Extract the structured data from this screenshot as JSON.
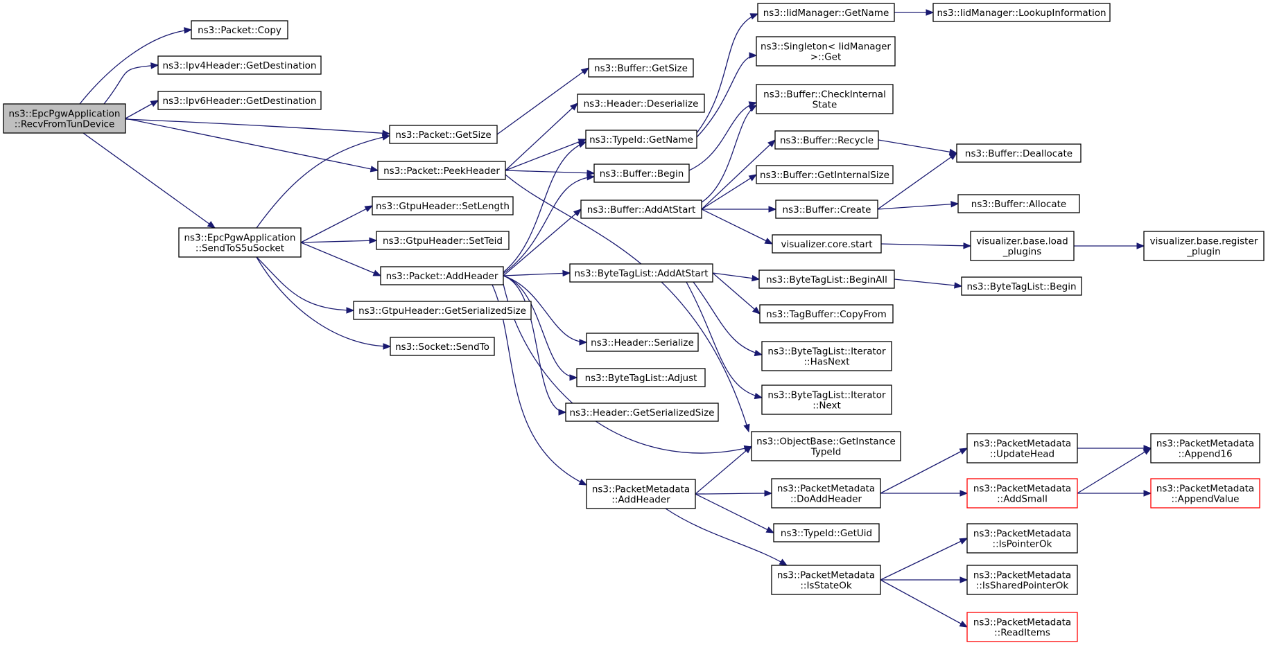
{
  "colors": {
    "edge": "#191970",
    "node_border": "#000000",
    "node_fill": "#ffffff",
    "root_fill": "#bfbfbf",
    "incomplete_border": "#ff0000"
  },
  "nodes": [
    {
      "id": "recv",
      "lines": [
        "ns3::EpcPgwApplication",
        "::RecvFromTunDevice"
      ],
      "style": "root"
    },
    {
      "id": "copy",
      "lines": [
        "ns3::Packet::Copy"
      ]
    },
    {
      "id": "ipv4dst",
      "lines": [
        "ns3::Ipv4Header::GetDestination"
      ]
    },
    {
      "id": "ipv6dst",
      "lines": [
        "ns3::Ipv6Header::GetDestination"
      ]
    },
    {
      "id": "pktsize",
      "lines": [
        "ns3::Packet::GetSize"
      ]
    },
    {
      "id": "peek",
      "lines": [
        "ns3::Packet::PeekHeader"
      ]
    },
    {
      "id": "sends5u",
      "lines": [
        "ns3::EpcPgwApplication",
        "::SendToS5uSocket"
      ]
    },
    {
      "id": "setlen",
      "lines": [
        "ns3::GtpuHeader::SetLength"
      ]
    },
    {
      "id": "setteid",
      "lines": [
        "ns3::GtpuHeader::SetTeid"
      ]
    },
    {
      "id": "addhdr",
      "lines": [
        "ns3::Packet::AddHeader"
      ]
    },
    {
      "id": "gtpuser",
      "lines": [
        "ns3::GtpuHeader::GetSerializedSize"
      ]
    },
    {
      "id": "sendto",
      "lines": [
        "ns3::Socket::SendTo"
      ]
    },
    {
      "id": "bufsize",
      "lines": [
        "ns3::Buffer::GetSize"
      ]
    },
    {
      "id": "hdrdeser",
      "lines": [
        "ns3::Header::Deserialize"
      ]
    },
    {
      "id": "tidname",
      "lines": [
        "ns3::TypeId::GetName"
      ]
    },
    {
      "id": "bufbegin",
      "lines": [
        "ns3::Buffer::Begin"
      ]
    },
    {
      "id": "bufaddstart",
      "lines": [
        "ns3::Buffer::AddAtStart"
      ]
    },
    {
      "id": "btladdstart",
      "lines": [
        "ns3::ByteTagList::AddAtStart"
      ]
    },
    {
      "id": "hdrser",
      "lines": [
        "ns3::Header::Serialize"
      ]
    },
    {
      "id": "btladjust",
      "lines": [
        "ns3::ByteTagList::Adjust"
      ]
    },
    {
      "id": "hdrsersize",
      "lines": [
        "ns3::Header::GetSerializedSize"
      ]
    },
    {
      "id": "pmaddhdr",
      "lines": [
        "ns3::PacketMetadata",
        "::AddHeader"
      ]
    },
    {
      "id": "iidgetname",
      "lines": [
        "ns3::IidManager::GetName"
      ]
    },
    {
      "id": "singleton",
      "lines": [
        "ns3::Singleton< IidManager",
        ">::Get"
      ]
    },
    {
      "id": "bufcheck",
      "lines": [
        "ns3::Buffer::CheckInternal",
        "State"
      ]
    },
    {
      "id": "bufrecycle",
      "lines": [
        "ns3::Buffer::Recycle"
      ]
    },
    {
      "id": "bufgetint",
      "lines": [
        "ns3::Buffer::GetInternalSize"
      ]
    },
    {
      "id": "bufcreate",
      "lines": [
        "ns3::Buffer::Create"
      ]
    },
    {
      "id": "vizstart",
      "lines": [
        "visualizer.core.start"
      ]
    },
    {
      "id": "btlbeginall",
      "lines": [
        "ns3::ByteTagList::BeginAll"
      ]
    },
    {
      "id": "tbcopy",
      "lines": [
        "ns3::TagBuffer::CopyFrom"
      ]
    },
    {
      "id": "btlhasnext",
      "lines": [
        "ns3::ByteTagList::Iterator",
        "::HasNext"
      ]
    },
    {
      "id": "btlnext",
      "lines": [
        "ns3::ByteTagList::Iterator",
        "::Next"
      ]
    },
    {
      "id": "obgetinst",
      "lines": [
        "ns3::ObjectBase::GetInstance",
        "TypeId"
      ]
    },
    {
      "id": "pmdoadd",
      "lines": [
        "ns3::PacketMetadata",
        "::DoAddHeader"
      ]
    },
    {
      "id": "tidgetuid",
      "lines": [
        "ns3::TypeId::GetUid"
      ]
    },
    {
      "id": "pmisstate",
      "lines": [
        "ns3::PacketMetadata",
        "::IsStateOk"
      ]
    },
    {
      "id": "iidlookup",
      "lines": [
        "ns3::IidManager::LookupInformation"
      ]
    },
    {
      "id": "bufdealloc",
      "lines": [
        "ns3::Buffer::Deallocate"
      ]
    },
    {
      "id": "bufalloc",
      "lines": [
        "ns3::Buffer::Allocate"
      ]
    },
    {
      "id": "vizload",
      "lines": [
        "visualizer.base.load",
        "_plugins"
      ]
    },
    {
      "id": "btlbegin",
      "lines": [
        "ns3::ByteTagList::Begin"
      ]
    },
    {
      "id": "pmupdhead",
      "lines": [
        "ns3::PacketMetadata",
        "::UpdateHead"
      ]
    },
    {
      "id": "pmaddsmall",
      "lines": [
        "ns3::PacketMetadata",
        "::AddSmall"
      ],
      "style": "incomplete"
    },
    {
      "id": "pmisptr",
      "lines": [
        "ns3::PacketMetadata",
        "::IsPointerOk"
      ]
    },
    {
      "id": "pmisshared",
      "lines": [
        "ns3::PacketMetadata",
        "::IsSharedPointerOk"
      ]
    },
    {
      "id": "pmread",
      "lines": [
        "ns3::PacketMetadata",
        "::ReadItems"
      ],
      "style": "incomplete"
    },
    {
      "id": "vizreg",
      "lines": [
        "visualizer.base.register",
        "_plugin"
      ]
    },
    {
      "id": "pmappend16",
      "lines": [
        "ns3::PacketMetadata",
        "::Append16"
      ]
    },
    {
      "id": "pmappendval",
      "lines": [
        "ns3::PacketMetadata",
        "::AppendValue"
      ],
      "style": "incomplete"
    }
  ],
  "edges": [
    [
      "recv",
      "copy"
    ],
    [
      "recv",
      "ipv4dst"
    ],
    [
      "recv",
      "ipv6dst"
    ],
    [
      "recv",
      "pktsize"
    ],
    [
      "recv",
      "peek"
    ],
    [
      "recv",
      "sends5u"
    ],
    [
      "sends5u",
      "pktsize"
    ],
    [
      "sends5u",
      "setlen"
    ],
    [
      "sends5u",
      "setteid"
    ],
    [
      "sends5u",
      "addhdr"
    ],
    [
      "sends5u",
      "gtpuser"
    ],
    [
      "sends5u",
      "sendto"
    ],
    [
      "pktsize",
      "bufsize"
    ],
    [
      "peek",
      "hdrdeser"
    ],
    [
      "peek",
      "tidname"
    ],
    [
      "peek",
      "bufbegin"
    ],
    [
      "peek",
      "obgetinst"
    ],
    [
      "addhdr",
      "tidname"
    ],
    [
      "addhdr",
      "bufbegin"
    ],
    [
      "addhdr",
      "bufaddstart"
    ],
    [
      "addhdr",
      "btladdstart"
    ],
    [
      "addhdr",
      "hdrser"
    ],
    [
      "addhdr",
      "btladjust"
    ],
    [
      "addhdr",
      "hdrsersize"
    ],
    [
      "addhdr",
      "obgetinst"
    ],
    [
      "addhdr",
      "pmaddhdr"
    ],
    [
      "tidname",
      "iidgetname"
    ],
    [
      "tidname",
      "singleton"
    ],
    [
      "bufbegin",
      "bufcheck"
    ],
    [
      "bufaddstart",
      "bufcheck"
    ],
    [
      "bufaddstart",
      "bufrecycle"
    ],
    [
      "bufaddstart",
      "bufgetint"
    ],
    [
      "bufaddstart",
      "bufcreate"
    ],
    [
      "bufaddstart",
      "vizstart"
    ],
    [
      "btladdstart",
      "btlbeginall"
    ],
    [
      "btladdstart",
      "tbcopy"
    ],
    [
      "btladdstart",
      "btlhasnext"
    ],
    [
      "btladdstart",
      "btlnext"
    ],
    [
      "pmaddhdr",
      "obgetinst"
    ],
    [
      "pmaddhdr",
      "pmdoadd"
    ],
    [
      "pmaddhdr",
      "tidgetuid"
    ],
    [
      "pmaddhdr",
      "pmisstate"
    ],
    [
      "iidgetname",
      "iidlookup"
    ],
    [
      "bufrecycle",
      "bufdealloc"
    ],
    [
      "bufcreate",
      "bufdealloc"
    ],
    [
      "bufcreate",
      "bufalloc"
    ],
    [
      "vizstart",
      "vizload"
    ],
    [
      "vizload",
      "vizreg"
    ],
    [
      "btlbeginall",
      "btlbegin"
    ],
    [
      "pmdoadd",
      "pmupdhead"
    ],
    [
      "pmdoadd",
      "pmaddsmall"
    ],
    [
      "pmupdhead",
      "pmappend16"
    ],
    [
      "pmaddsmall",
      "pmappend16"
    ],
    [
      "pmaddsmall",
      "pmappendval"
    ],
    [
      "pmisstate",
      "pmisptr"
    ],
    [
      "pmisstate",
      "pmisshared"
    ],
    [
      "pmisstate",
      "pmread"
    ]
  ]
}
